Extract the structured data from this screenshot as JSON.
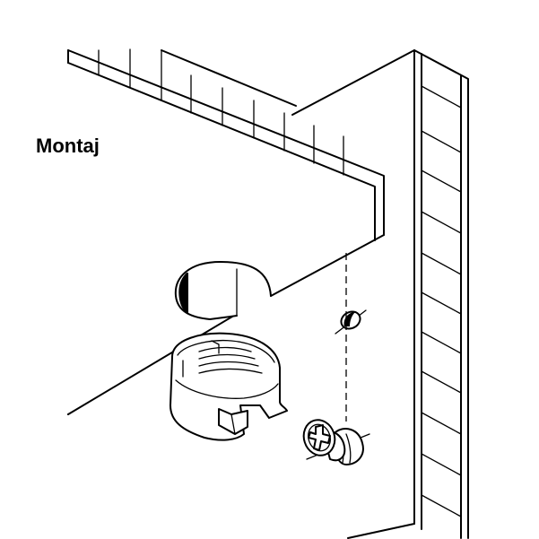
{
  "title": "Montaj",
  "colors": {
    "line": "#000000",
    "background": "#ffffff"
  },
  "parts": [
    {
      "name": "shelf-panel"
    },
    {
      "name": "side-panel"
    },
    {
      "name": "cam-lock-housing"
    },
    {
      "name": "connector-bolt"
    },
    {
      "name": "drilled-hole"
    }
  ]
}
